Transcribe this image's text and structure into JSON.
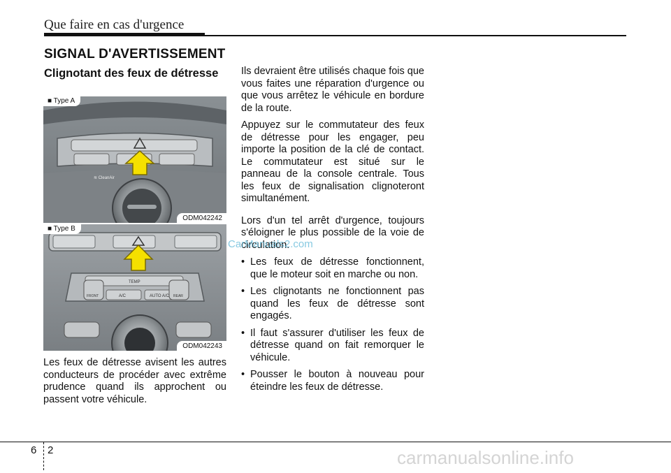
{
  "header": {
    "title": "Que faire en cas d'urgence"
  },
  "section_title": "SIGNAL D'AVERTISSEMENT",
  "subsection_title": "Clignotant des feux de détresse",
  "figures": [
    {
      "type_label": "■ Type A",
      "code": "ODM042242"
    },
    {
      "type_label": "■ Type B",
      "code": "ODM042243",
      "button_labels": [
        "TEMP",
        "A/C",
        "AUTO A/C",
        "FRONT",
        "REAR"
      ]
    }
  ],
  "left_text": "Les feux de détresse avisent les autres conducteurs de procéder avec extrême prudence quand ils approchent ou passent votre véhicule.",
  "right_paragraphs": [
    "Ils devraient être utilisés chaque fois que vous faites une réparation d'urgence ou que vous arrêtez le véhicule en bordure de la route.",
    "Appuyez sur le commutateur des feux de détresse pour les engager, peu importe la position de la clé de contact. Le commutateur est situé sur le panneau de la console centrale. Tous les feux de signalisation clignoteront simultanément.",
    "Lors d'un tel arrêt d'urgence, toujours s'éloigner le plus possible de la voie de circulation."
  ],
  "bullets": [
    "Les feux de détresse fonctionnent, que le moteur soit en marche ou non.",
    "Les clignotants ne fonctionnent pas quand les feux de détresse sont engagés.",
    "Il faut s'assurer d'utiliser les feux de détresse quand on fait remorquer le véhicule.",
    "Pousser le bouton à nouveau pour éteindre les feux de détresse."
  ],
  "bullet_symbol": "•",
  "footer": {
    "chapter": "6",
    "page": "2"
  },
  "watermarks": {
    "middle": "CarManuals2.com",
    "bottom": "carmanualsonline.info"
  },
  "colors": {
    "arrow_yellow": "#f5e000",
    "watermark_blue": "#5fb8d8"
  }
}
